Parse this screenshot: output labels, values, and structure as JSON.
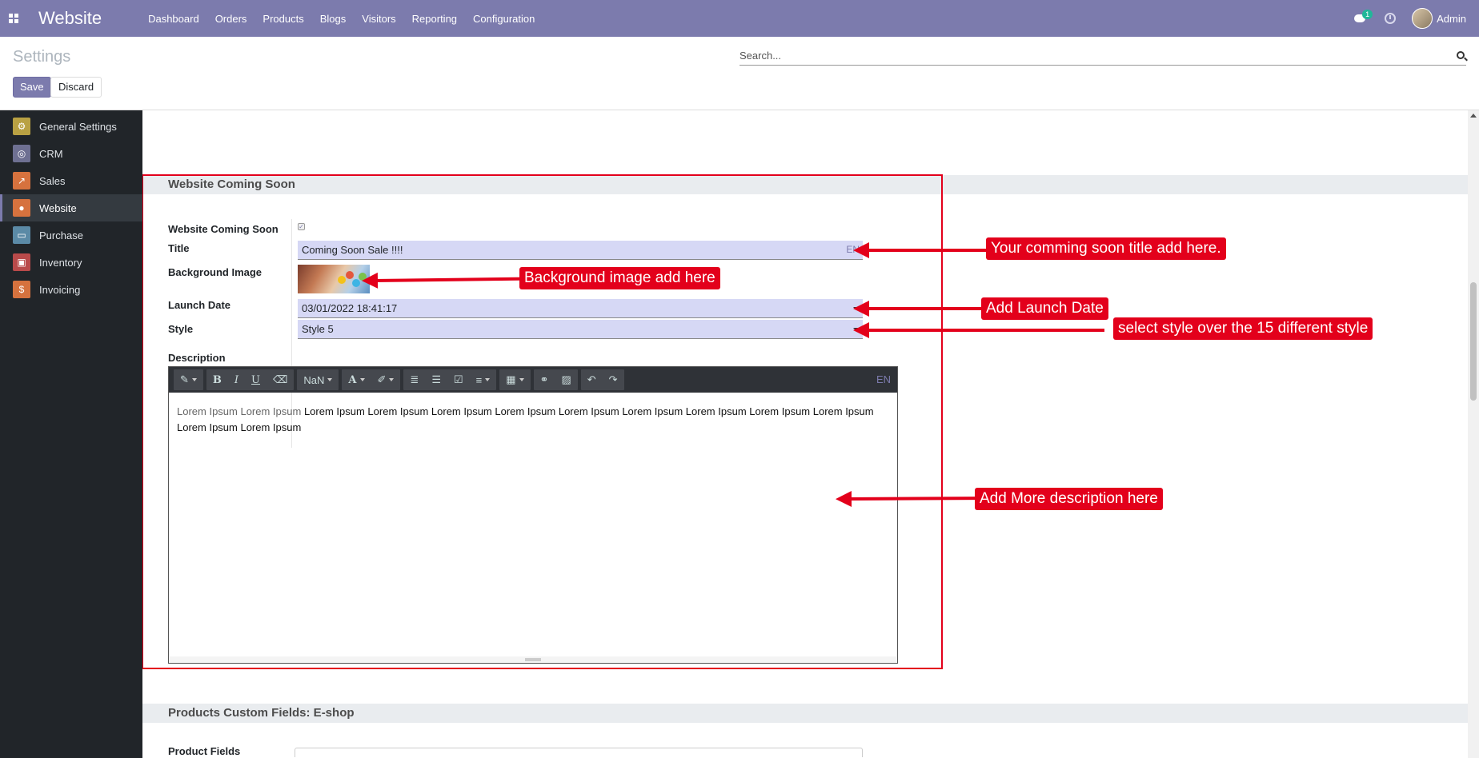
{
  "navbar": {
    "brand": "Website",
    "menu": [
      "Dashboard",
      "Orders",
      "Products",
      "Blogs",
      "Visitors",
      "Reporting",
      "Configuration"
    ],
    "chat_badge": "1",
    "user": "Admin",
    "bg_color": "#7c7bad"
  },
  "control_panel": {
    "breadcrumb": "Settings",
    "search_placeholder": "Search...",
    "save_label": "Save",
    "discard_label": "Discard"
  },
  "sidebar": {
    "items": [
      {
        "label": "General Settings",
        "icon": "gear-icon",
        "color": "#b9a143"
      },
      {
        "label": "CRM",
        "icon": "handshake-icon",
        "color": "#6e7092"
      },
      {
        "label": "Sales",
        "icon": "chart-icon",
        "color": "#d6723e"
      },
      {
        "label": "Website",
        "icon": "globe-icon",
        "color": "#d6723e"
      },
      {
        "label": "Purchase",
        "icon": "credit-card-icon",
        "color": "#5b8aa6"
      },
      {
        "label": "Inventory",
        "icon": "box-icon",
        "color": "#b94a4a"
      },
      {
        "label": "Invoicing",
        "icon": "invoice-icon",
        "color": "#d6723e"
      }
    ],
    "active": "Website"
  },
  "coming_soon": {
    "section_title": "Website Coming Soon",
    "enabled_label": "Website Coming Soon",
    "enabled": true,
    "title_label": "Title",
    "title_value": "Coming Soon Sale !!!!",
    "lang": "EN",
    "bg_image_label": "Background Image",
    "launch_date_label": "Launch Date",
    "launch_date_value": "03/01/2022 18:41:17",
    "style_label": "Style",
    "style_value": "Style 5",
    "description_label": "Description",
    "toolbar": {
      "font_size": "NaN",
      "lang": "EN"
    },
    "description_grey": "Lorem Ipsum Lorem Ipsum",
    "description_text": " Lorem Ipsum Lorem Ipsum Lorem Ipsum Lorem Ipsum Lorem Ipsum Lorem Ipsum Lorem Ipsum Lorem Ipsum Lorem Ipsum Lorem Ipsum Lorem Ipsum"
  },
  "annotations": {
    "title": "Your comming soon title add here.",
    "bg_image": "Background image add here",
    "launch_date": "Add Launch Date",
    "style": "select style over the 15 different style",
    "description": "Add More description here"
  },
  "products_section": {
    "title": "Products Custom Fields: E-shop",
    "product_fields_label": "Product Fields"
  }
}
